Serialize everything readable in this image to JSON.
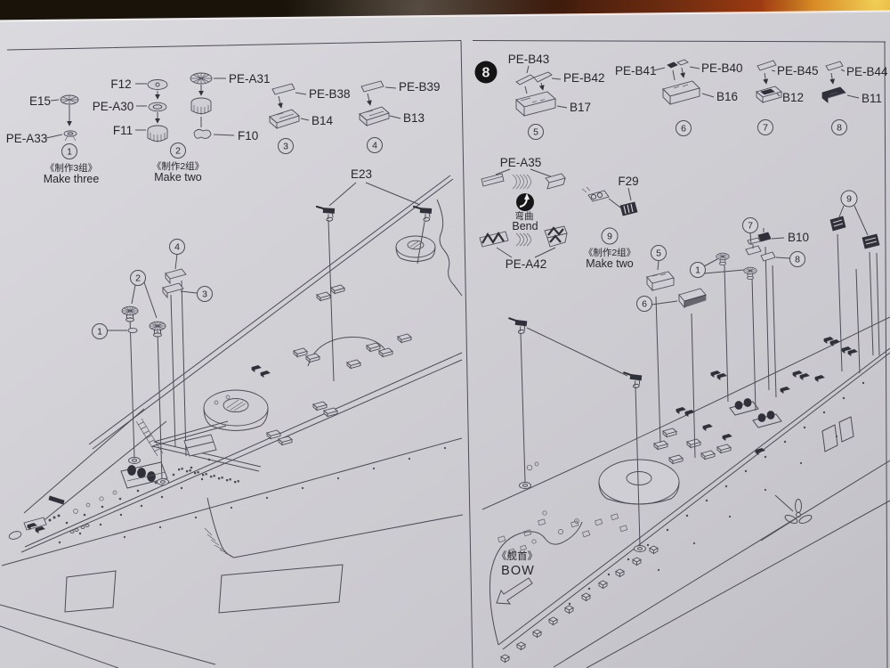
{
  "sheet_title_note": "model kit assembly instructions, photographed page",
  "colors": {
    "paper": "#cfced4",
    "line_ink": "#4c4c57",
    "text_ink": "#26262c",
    "step_badge": "#141414",
    "background_band": "#191309",
    "fire_orange": "#c2571b",
    "fire_yellow": "#eecb52"
  },
  "left_page": {
    "step1": {
      "callout": "1",
      "part_top": "E15",
      "part_bottom": "PE-A33",
      "make_cn": "《制作3组》",
      "make_en": "Make three"
    },
    "step2": {
      "callout": "2",
      "part1": "F12",
      "part2": "PE-A30",
      "part3": "F11",
      "part4": "PE-A31",
      "part5": "F10",
      "make_cn": "《制作2组》",
      "make_en": "Make two"
    },
    "step3": {
      "callout": "3",
      "part_top": "PE-B38",
      "part_bottom": "B14"
    },
    "step4": {
      "callout": "4",
      "part_top": "PE-B39",
      "part_bottom": "B13"
    },
    "diagram": {
      "gun_label": "E23",
      "callout1": "1",
      "callout2": "2",
      "callout3": "3",
      "callout4": "4"
    }
  },
  "right_page": {
    "step_badge": "8",
    "step5": {
      "callout": "5",
      "part1": "PE-B43",
      "part2": "PE-B42",
      "part3": "B17"
    },
    "step6": {
      "callout": "6",
      "part1": "PE-B41",
      "part2": "PE-B40",
      "part3": "B16"
    },
    "step7": {
      "callout": "7",
      "part1": "PE-B45",
      "part2": "B12"
    },
    "step8": {
      "callout": "8",
      "part1": "PE-B44",
      "part2": "B11"
    },
    "bend_section": {
      "label_top": "PE-A35",
      "bend_cn": "弯曲",
      "bend_en": "Bend",
      "label_bottom": "PE-A42"
    },
    "step9": {
      "callout": "9",
      "part": "F29",
      "make_cn": "《制作2组》",
      "make_en": "Make two"
    },
    "diagram": {
      "part_label": "B10",
      "callout1": "1",
      "callout5": "5",
      "callout6": "6",
      "callout7": "7",
      "callout8": "8",
      "callout9": "9",
      "bow_cn": "《舰首》",
      "bow_en": "BOW"
    }
  }
}
